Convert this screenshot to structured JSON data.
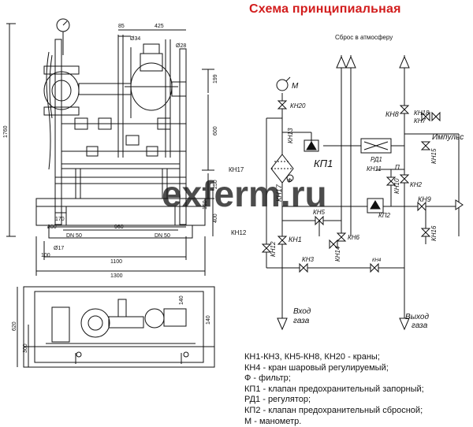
{
  "title": "Схема принципиальная",
  "watermark": "exferm.ru",
  "left_drawing": {
    "dims": {
      "d85": "85",
      "d425": "425",
      "d34": "Ø34",
      "d28": "Ø28",
      "d199": "199",
      "d600": "600",
      "d250": "250",
      "d400": "400",
      "d150": "150",
      "d170": "170",
      "d200": "200",
      "d960": "960",
      "d1760": "1760",
      "d1100": "1100",
      "d1300": "1300",
      "d100": "100",
      "d17": "Ø17",
      "dn_in": "DN 50",
      "dn_out": "DN 50",
      "d620": "620",
      "d300": "300",
      "d140a": "140",
      "d140b": "140"
    }
  },
  "scheme": {
    "vent_label": "Сброс в атмосферу",
    "inlet_label": [
      "Вход",
      "газа"
    ],
    "outlet_label": [
      "Выход",
      "газа"
    ],
    "side_labels": {
      "kh17": "КН17",
      "kh12": "КН12"
    },
    "labels": {
      "m": "М",
      "kh20": "КН20",
      "kh13": "КН13",
      "kp1": "КП1",
      "rd1": "РД1",
      "kh8": "КН8",
      "kh18": "КН18",
      "kh7": "КН7",
      "impulse": "Импульс",
      "kh15": "КН15",
      "kh11": "КН11",
      "p": "П",
      "kh10": "КН10",
      "kh2": "КН2",
      "kh9": "КН9",
      "kp2": "КП2",
      "kh17": "КН17",
      "f": "Ф",
      "kh5": "КН5",
      "kh6": "КН6",
      "kh1": "КН1",
      "kh12": "КН12",
      "kh3": "КН3",
      "kh14": "КН14",
      "kh4": "КН4",
      "kh16": "КН16"
    }
  },
  "legend": [
    "КН1-КН3, КН5-КН8, КН20 - краны;",
    "КН4 - кран шаровый регулируемый;",
    "Ф - фильтр;",
    "КП1 - клапан предохранительный запорный;",
    "РД1 - регулятор;",
    "КП2 - клапан предохранительный сбросной;",
    "М - манометр."
  ]
}
